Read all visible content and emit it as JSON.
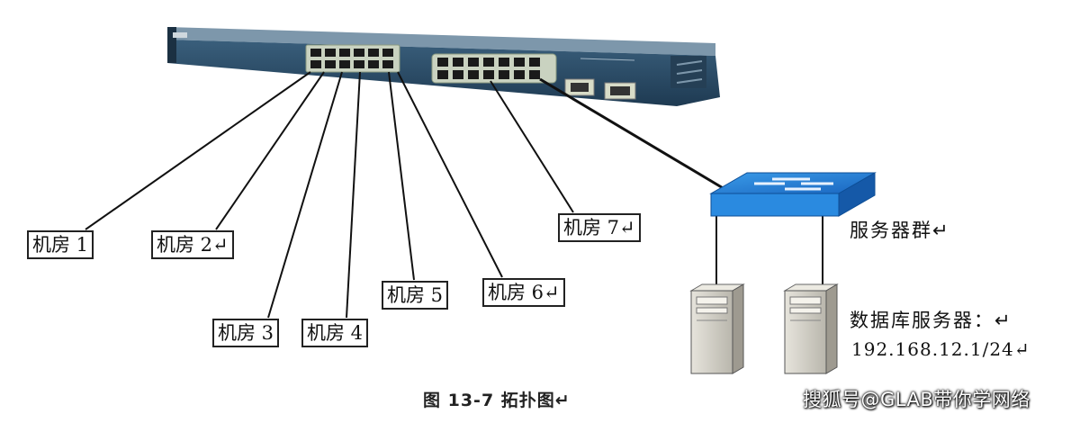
{
  "diagram": {
    "rooms": [
      {
        "id": "room1",
        "label": "机房 1"
      },
      {
        "id": "room2",
        "label": "机房 2↵"
      },
      {
        "id": "room3",
        "label": "机房 3"
      },
      {
        "id": "room4",
        "label": "机房 4"
      },
      {
        "id": "room5",
        "label": "机房 5"
      },
      {
        "id": "room6",
        "label": "机房 6↵"
      },
      {
        "id": "room7",
        "label": "机房 7↵"
      }
    ],
    "server_farm_label": "服务器群↵",
    "db_server_label": "数据库服务器：↵",
    "db_server_ip": "192.168.12.1/24↵",
    "caption": "图 13-7  拓扑图↵",
    "watermark": "搜狐号@GLAB带你学网络"
  },
  "colors": {
    "switch_body": "#2f4f68",
    "switch_accent": "#1f6fc4",
    "server_body": "#d2d0c8",
    "line": "#111111"
  }
}
